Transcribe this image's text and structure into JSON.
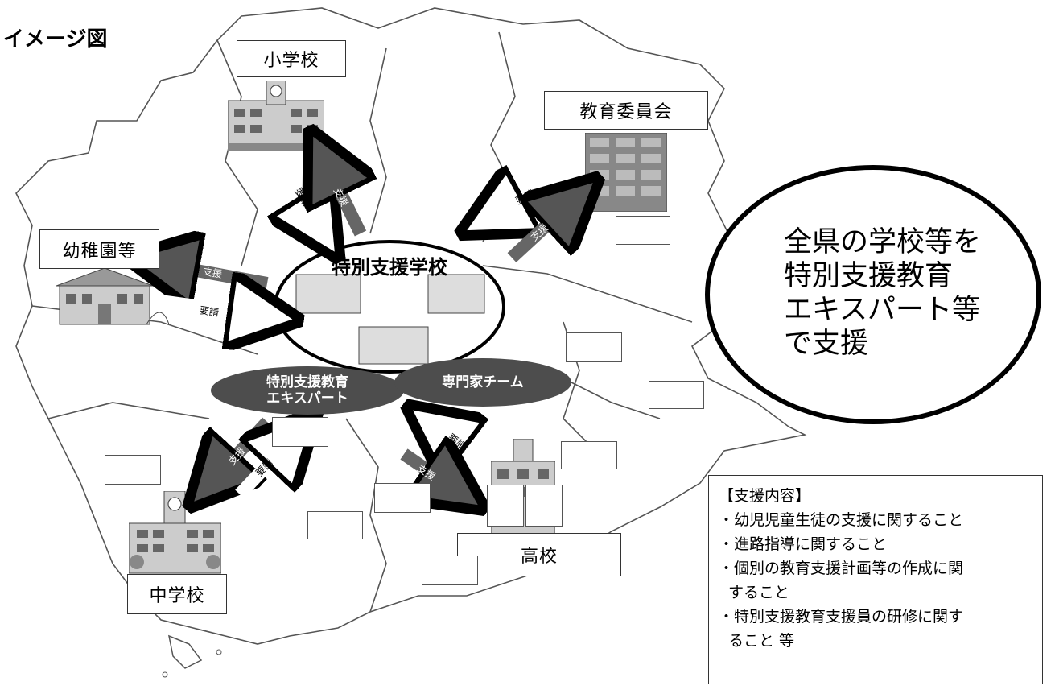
{
  "title": "イメージ図",
  "center_school": "特別支援学校",
  "labels": {
    "elementary": "小学校",
    "board": "教育委員会",
    "kindergarten": "幼稚園等",
    "junior_high": "中学校",
    "high_school": "高校"
  },
  "ovals": {
    "expert_line1": "特別支援教育",
    "expert_line2": "エキスパート",
    "team": "専門家チーム"
  },
  "arrows": {
    "request": "要請",
    "support": "支援"
  },
  "callout": {
    "line1": "全県の学校等を",
    "line2": "特別支援教育",
    "line3": "エキスパート等",
    "line4": "で支援"
  },
  "support_box": {
    "heading": "【支援内容】",
    "item1": "・幼児児童生徒の支援に関すること",
    "item2": "・進路指導に関すること",
    "item3a": "・個別の教育支援計画等の作成に関",
    "item3b": "すること",
    "item4a": "・特別支援教育支援員の研修に関す",
    "item4b": "ること 等"
  }
}
